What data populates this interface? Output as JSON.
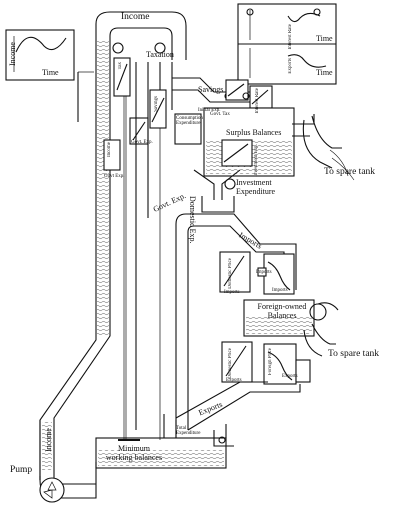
{
  "labels": {
    "income_top": "Income",
    "income_graph_y": "Income",
    "time_1": "Time",
    "interest_rate_y": "Interest Rate",
    "time_2": "Time",
    "exports_y": "Exports",
    "time_3": "Time",
    "taxation": "Taxation",
    "savings": "Savings",
    "tax_box": "Tax",
    "income_box": "Income",
    "govt_exp_box": "Govt. Exp.",
    "govt_exp_small": "Govt Exp.",
    "savings_box": "Savings",
    "consumption_box": "Consumption Expenditure",
    "interest_rate_box": "Interest Rate",
    "surplus_balances": "Surplus Balances",
    "govt_tax": "Govt. Tax",
    "initial_ext": "Initial Exp.",
    "investment_exp_box": "Investment Exp.",
    "investment_expenditure": "Investment Expenditure",
    "govt_exp_pipe": "Govt. Exp.",
    "to_spare_tank_1": "To spare tank",
    "domestic_exp": "Domestic Exp.",
    "imports": "Imports",
    "domestic_box": "Domestic Price",
    "imports_box_1": "Imports",
    "imports_box_2": "Imports",
    "imports_box_3": "Imports",
    "foreign_owned": "Foreign-owned Balances",
    "to_spare_tank_2": "To spare tank",
    "domestic_box_2": "Domestic Price",
    "foreign_price_box": "Foreign Price",
    "exports_box_1": "Exports",
    "exports_box_2": "Exports",
    "exports_pipe": "Exports",
    "total_exp": "Total Expenditure",
    "income_bottom": "Income",
    "pump": "Pump",
    "minimum_balances": "Minimum working balances"
  }
}
